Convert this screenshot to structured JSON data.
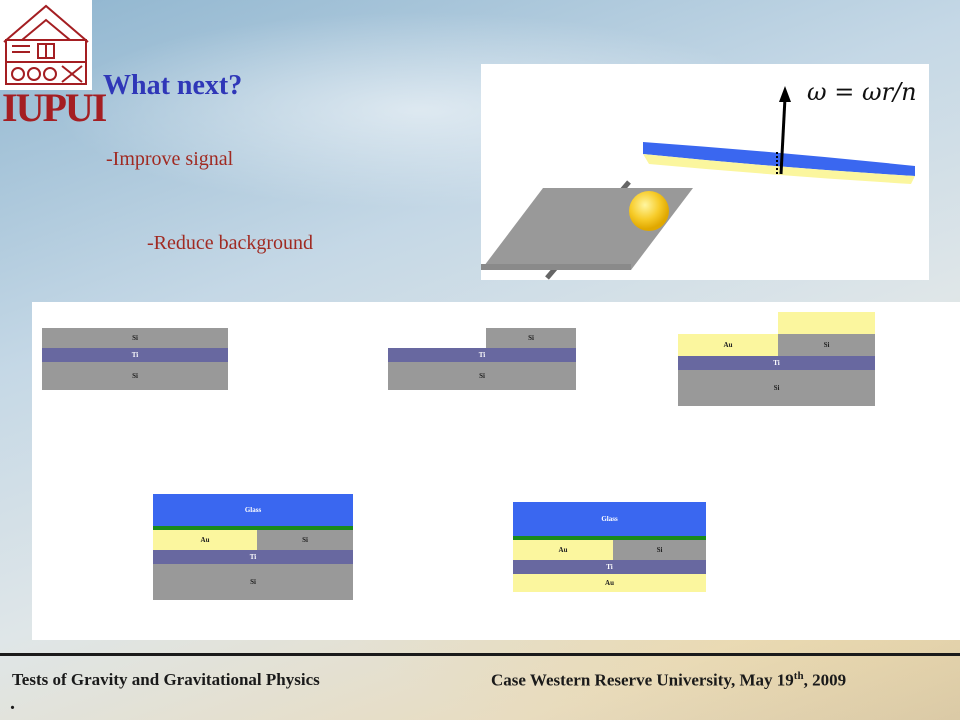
{
  "logo": {
    "text": "IUPUI",
    "icon": "university-building-icon",
    "color": "#a41e22"
  },
  "slide": {
    "title": "What next?",
    "bullets": [
      "-Improve signal",
      "-Reduce background"
    ]
  },
  "diagram": {
    "formula": "ω = ω_r/n",
    "formula_display": "ω = ωr/n"
  },
  "layer_stacks": [
    {
      "layers": [
        "Si",
        "Ti",
        "Si"
      ]
    },
    {
      "layers": [
        "Si",
        "Ti",
        "Si"
      ]
    },
    {
      "layers": [
        "Au",
        "Si",
        "Ti",
        "Si"
      ]
    },
    {
      "layers": [
        "Glass",
        "Au",
        "Si",
        "Ti",
        "Si"
      ]
    },
    {
      "layers": [
        "Glass",
        "Au",
        "Si",
        "Ti",
        "Au"
      ]
    }
  ],
  "footer": {
    "left": "Tests of Gravity and Gravitational Physics",
    "right_prefix": "Case Western Reserve University, May 19",
    "right_sup": "th",
    "right_suffix": ", 2009",
    "dot": "."
  },
  "colors": {
    "title": "#2f37b8",
    "bullet": "#a02a22",
    "si": "#999999",
    "ti": "#6868a0",
    "au": "#fbf69e",
    "glass": "#3a67f0"
  }
}
